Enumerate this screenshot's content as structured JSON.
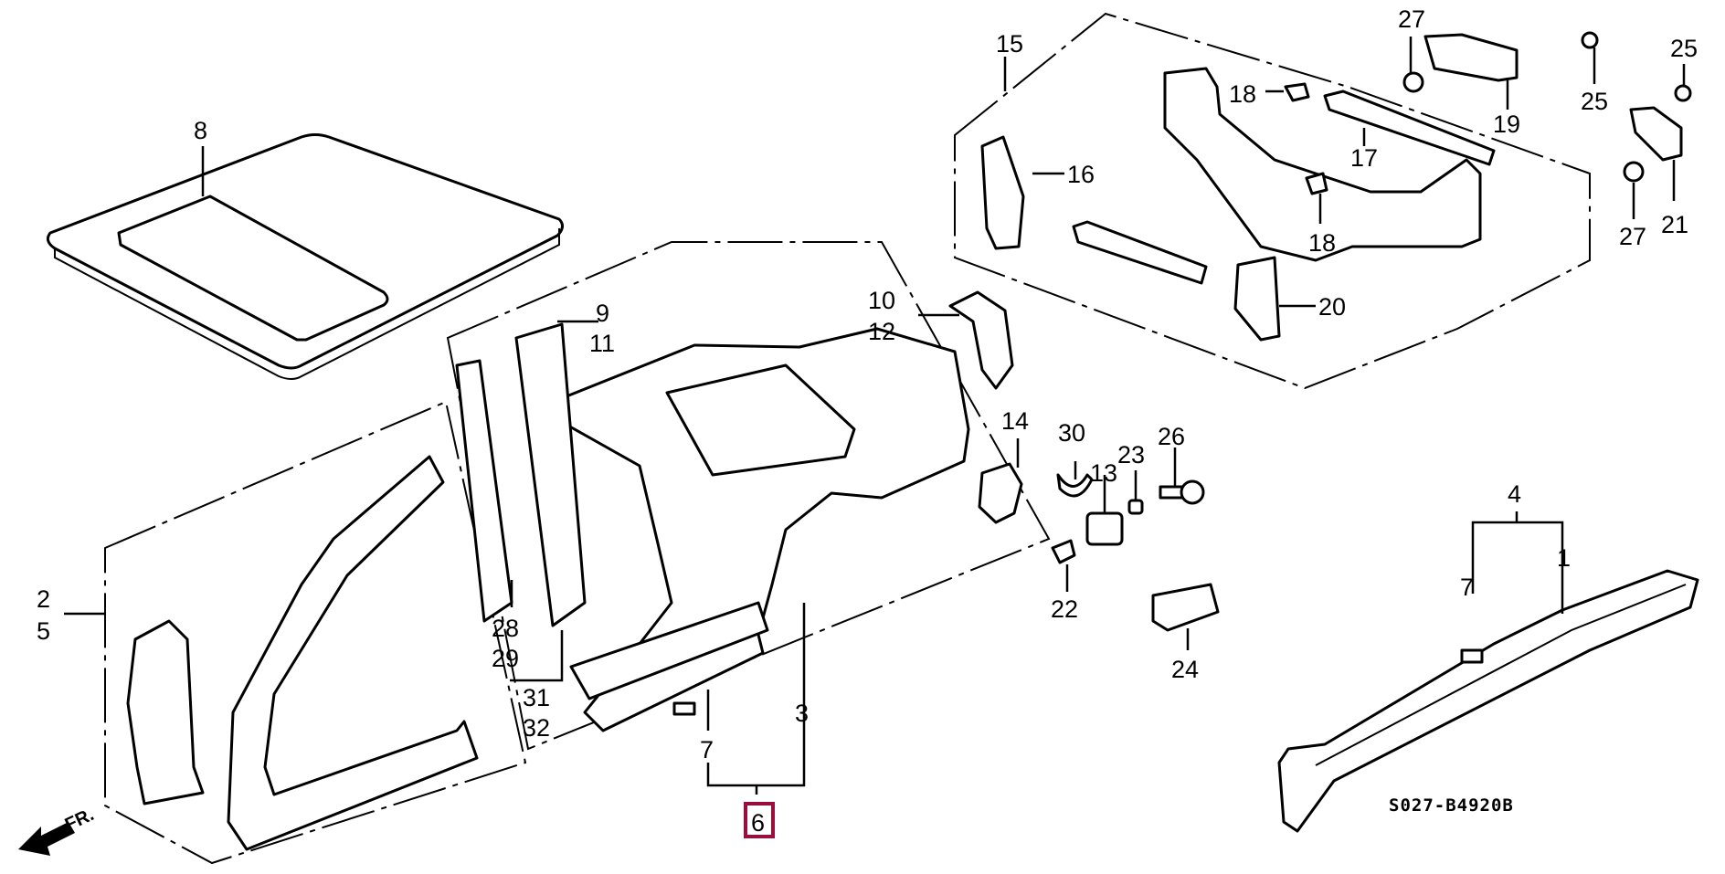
{
  "diagram": {
    "drawing_code": "S027-B4920B",
    "front_indicator": "FR.",
    "highlight_color": "#9b0d3a",
    "highlighted_label": "6",
    "labels": {
      "l1": "1",
      "l2": "2",
      "l3": "3",
      "l4": "4",
      "l5": "5",
      "l6": "6",
      "l7a": "7",
      "l7b": "7",
      "l8": "8",
      "l9": "9",
      "l10": "10",
      "l11": "11",
      "l12": "12",
      "l13": "13",
      "l14": "14",
      "l15": "15",
      "l16": "16",
      "l17": "17",
      "l18a": "18",
      "l18b": "18",
      "l19": "19",
      "l20": "20",
      "l21": "21",
      "l22": "22",
      "l23": "23",
      "l24": "24",
      "l25a": "25",
      "l25b": "25",
      "l26": "26",
      "l27a": "27",
      "l27b": "27",
      "l28": "28",
      "l29": "29",
      "l30": "30",
      "l31": "31",
      "l32": "32"
    }
  }
}
